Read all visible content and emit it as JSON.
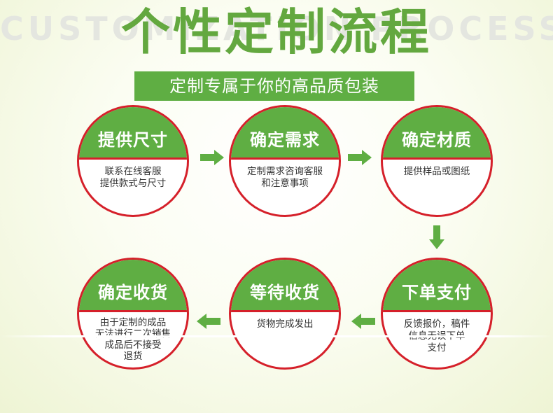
{
  "header": {
    "watermark": "CUSTOMIZATION PROCESS",
    "title": "个性定制流程",
    "subtitle": "定制专属于你的高品质包装"
  },
  "colors": {
    "green": "#5fae43",
    "title_green": "#63a83f",
    "red_ring": "#d5202a"
  },
  "steps": [
    {
      "title": "提供尺寸",
      "desc_lines": [
        "联系在线客服",
        "提供款式与尺寸"
      ]
    },
    {
      "title": "确定需求",
      "desc_lines": [
        "定制需求咨询客服",
        "和注意事项"
      ]
    },
    {
      "title": "确定材质",
      "desc_lines": [
        "提供样品或图纸"
      ]
    },
    {
      "title": "下单支付",
      "desc_lines": [
        "反馈报价，稿件",
        "信息无误下单",
        "支付"
      ]
    },
    {
      "title": "等待收货",
      "desc_lines": [
        "货物完成发出"
      ]
    },
    {
      "title": "确定收货",
      "desc_lines": [
        "由于定制的成品",
        "无法进行二次销售",
        "成品后不接受",
        "退货"
      ]
    }
  ],
  "arrows": [
    {
      "name": "arrow-right-1",
      "direction": "right"
    },
    {
      "name": "arrow-right-2",
      "direction": "right"
    },
    {
      "name": "arrow-down",
      "direction": "down"
    },
    {
      "name": "arrow-left-1",
      "direction": "left"
    },
    {
      "name": "arrow-left-2",
      "direction": "left"
    }
  ]
}
